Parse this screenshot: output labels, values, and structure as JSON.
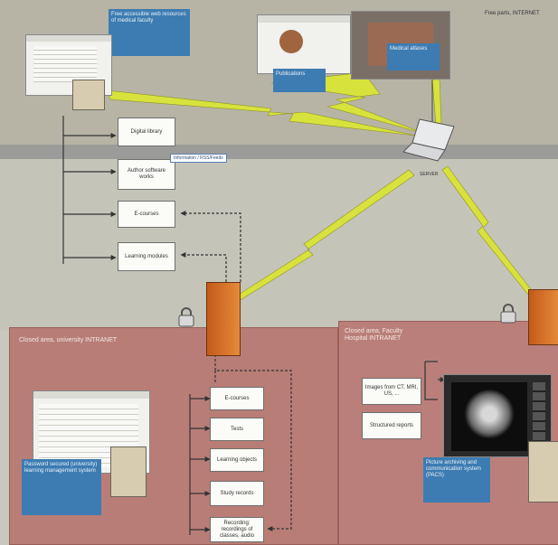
{
  "corner_label": "Free parts, INTERNET",
  "server_label": "SERVER",
  "top_left_caption": "Free accessible web resources of medical faculty",
  "top_mid_caption": "Publications",
  "top_right_caption": "Medical atlases",
  "tooltip": "Information / RSS/Feeds",
  "left_boxes": [
    "Digital library",
    "Author software works",
    "E-courses",
    "Learning modules"
  ],
  "left_zone": {
    "title": "Closed area, university INTRANET",
    "caption": "Password secured (university) learning management system",
    "boxes": [
      "E-courses",
      "Tests",
      "Learning objects",
      "Study records",
      "Recording: recordings of classes, audio"
    ]
  },
  "right_zone": {
    "title": "Closed area, Faculty Hospital INTRANET",
    "caption": "Picture archiving and communication system (PACS)",
    "boxes": [
      "Images from CT, MRI, US, ...",
      "Structured reports"
    ]
  },
  "colors": {
    "link": "#d8e23c",
    "zone": "#b87d77",
    "caption": "#3d7cb2"
  }
}
